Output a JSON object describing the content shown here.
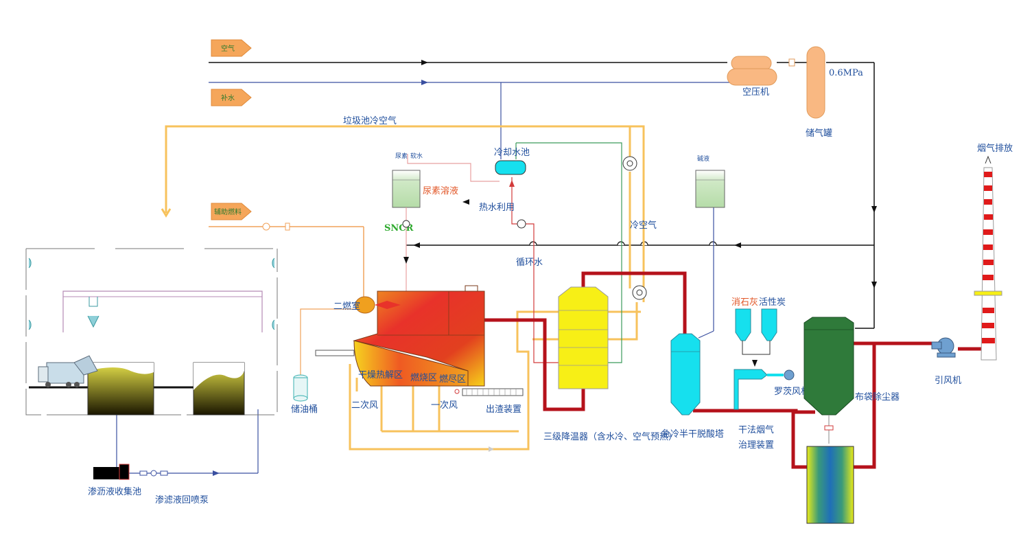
{
  "inputs": {
    "air": "空气",
    "water": "补水",
    "fuel": "辅助燃料"
  },
  "labels": {
    "garbage_pit_cold_air": "垃圾池冷空气",
    "air_compressor": "空压机",
    "pressure": "0.6MPa",
    "air_tank": "储气罐",
    "cooling_pool": "冷却水池",
    "urea_solution": "尿素溶液",
    "snc_r": "SNCR",
    "hot_water_use": "热水利用",
    "cold_air": "冷空气",
    "circulating_water": "循环水",
    "secondary_chamber": "二燃室",
    "oil_tank": "储油桶",
    "drying_zone": "干燥热解区",
    "burning_zone": "燃烧区",
    "burnout_zone": "燃尽区",
    "secondary_air": "二次风",
    "primary_air": "一次风",
    "slag_device": "出渣装置",
    "cooler": "三级降温器（含水冷、空气预热）",
    "quench_tower": "急冷半干脱酸塔",
    "lime": "消石灰",
    "activated_carbon": "活性炭",
    "roots_blower": "罗茨风机",
    "dry_gas_line1": "干法烟气",
    "dry_gas_line2": "治理装置",
    "bag_filter": "布袋除尘器",
    "induced_fan": "引风机",
    "emission": "烟气排放",
    "leachate_pool": "渗沥液收集池",
    "leachate_pump": "渗滤液回喷泵",
    "alkali_tag": "碱液",
    "small_tag_a": "尿素",
    "small_tag_b": "软水"
  },
  "colors": {
    "flue_gas": "#b5121b",
    "cold_air": "#f7c25c",
    "compressed_air": "#111111",
    "water": "#3a4fa0",
    "green_line": "#3a9a5a",
    "furnace_hot": "#e8322a",
    "furnace_warm": "#f6c21f",
    "cooler_fill": "#f7ef16",
    "quench_fill": "#16e0ee",
    "bag_filter_fill": "#2f7a3a",
    "tank_orange": "#f9b882",
    "arrow_orange": "#f5a65a"
  }
}
